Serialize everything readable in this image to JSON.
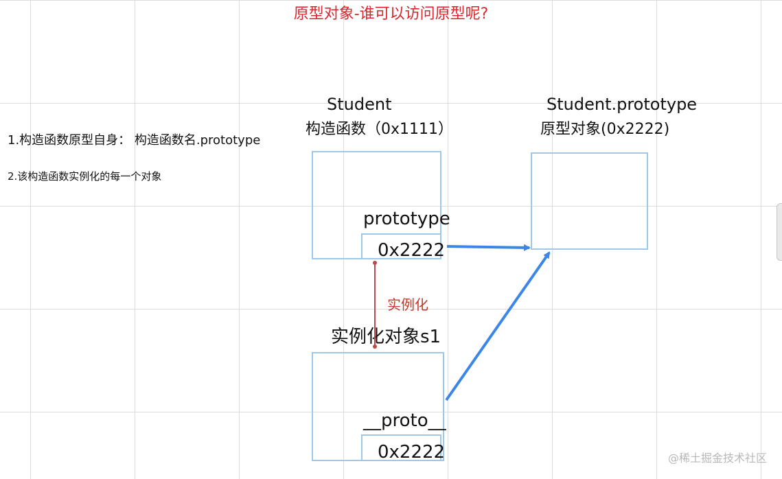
{
  "title": "原型对象-谁可以访问原型呢?",
  "notes": [
    "1.构造函数原型自身：  构造函数名.prototype",
    "2.该构造函数实例化的每一个对象"
  ],
  "constructor_box": {
    "name": "Student",
    "subtitle": "构造函数（0x1111）",
    "prop_label": "prototype",
    "prop_value": "0x2222"
  },
  "prototype_box": {
    "name": "Student.prototype",
    "subtitle": "原型对象(0x2222)"
  },
  "instance_box": {
    "name": "实例化对象s1",
    "prop_label": "__proto__",
    "prop_value": "0x2222"
  },
  "edge_instantiate_label": "实例化",
  "watermark": "@稀土掘金技术社区",
  "colors": {
    "title": "#d9262c",
    "box_border": "#9fc7e8",
    "arrow_blue": "#3b86e6",
    "arrow_red": "#b84a4a"
  }
}
